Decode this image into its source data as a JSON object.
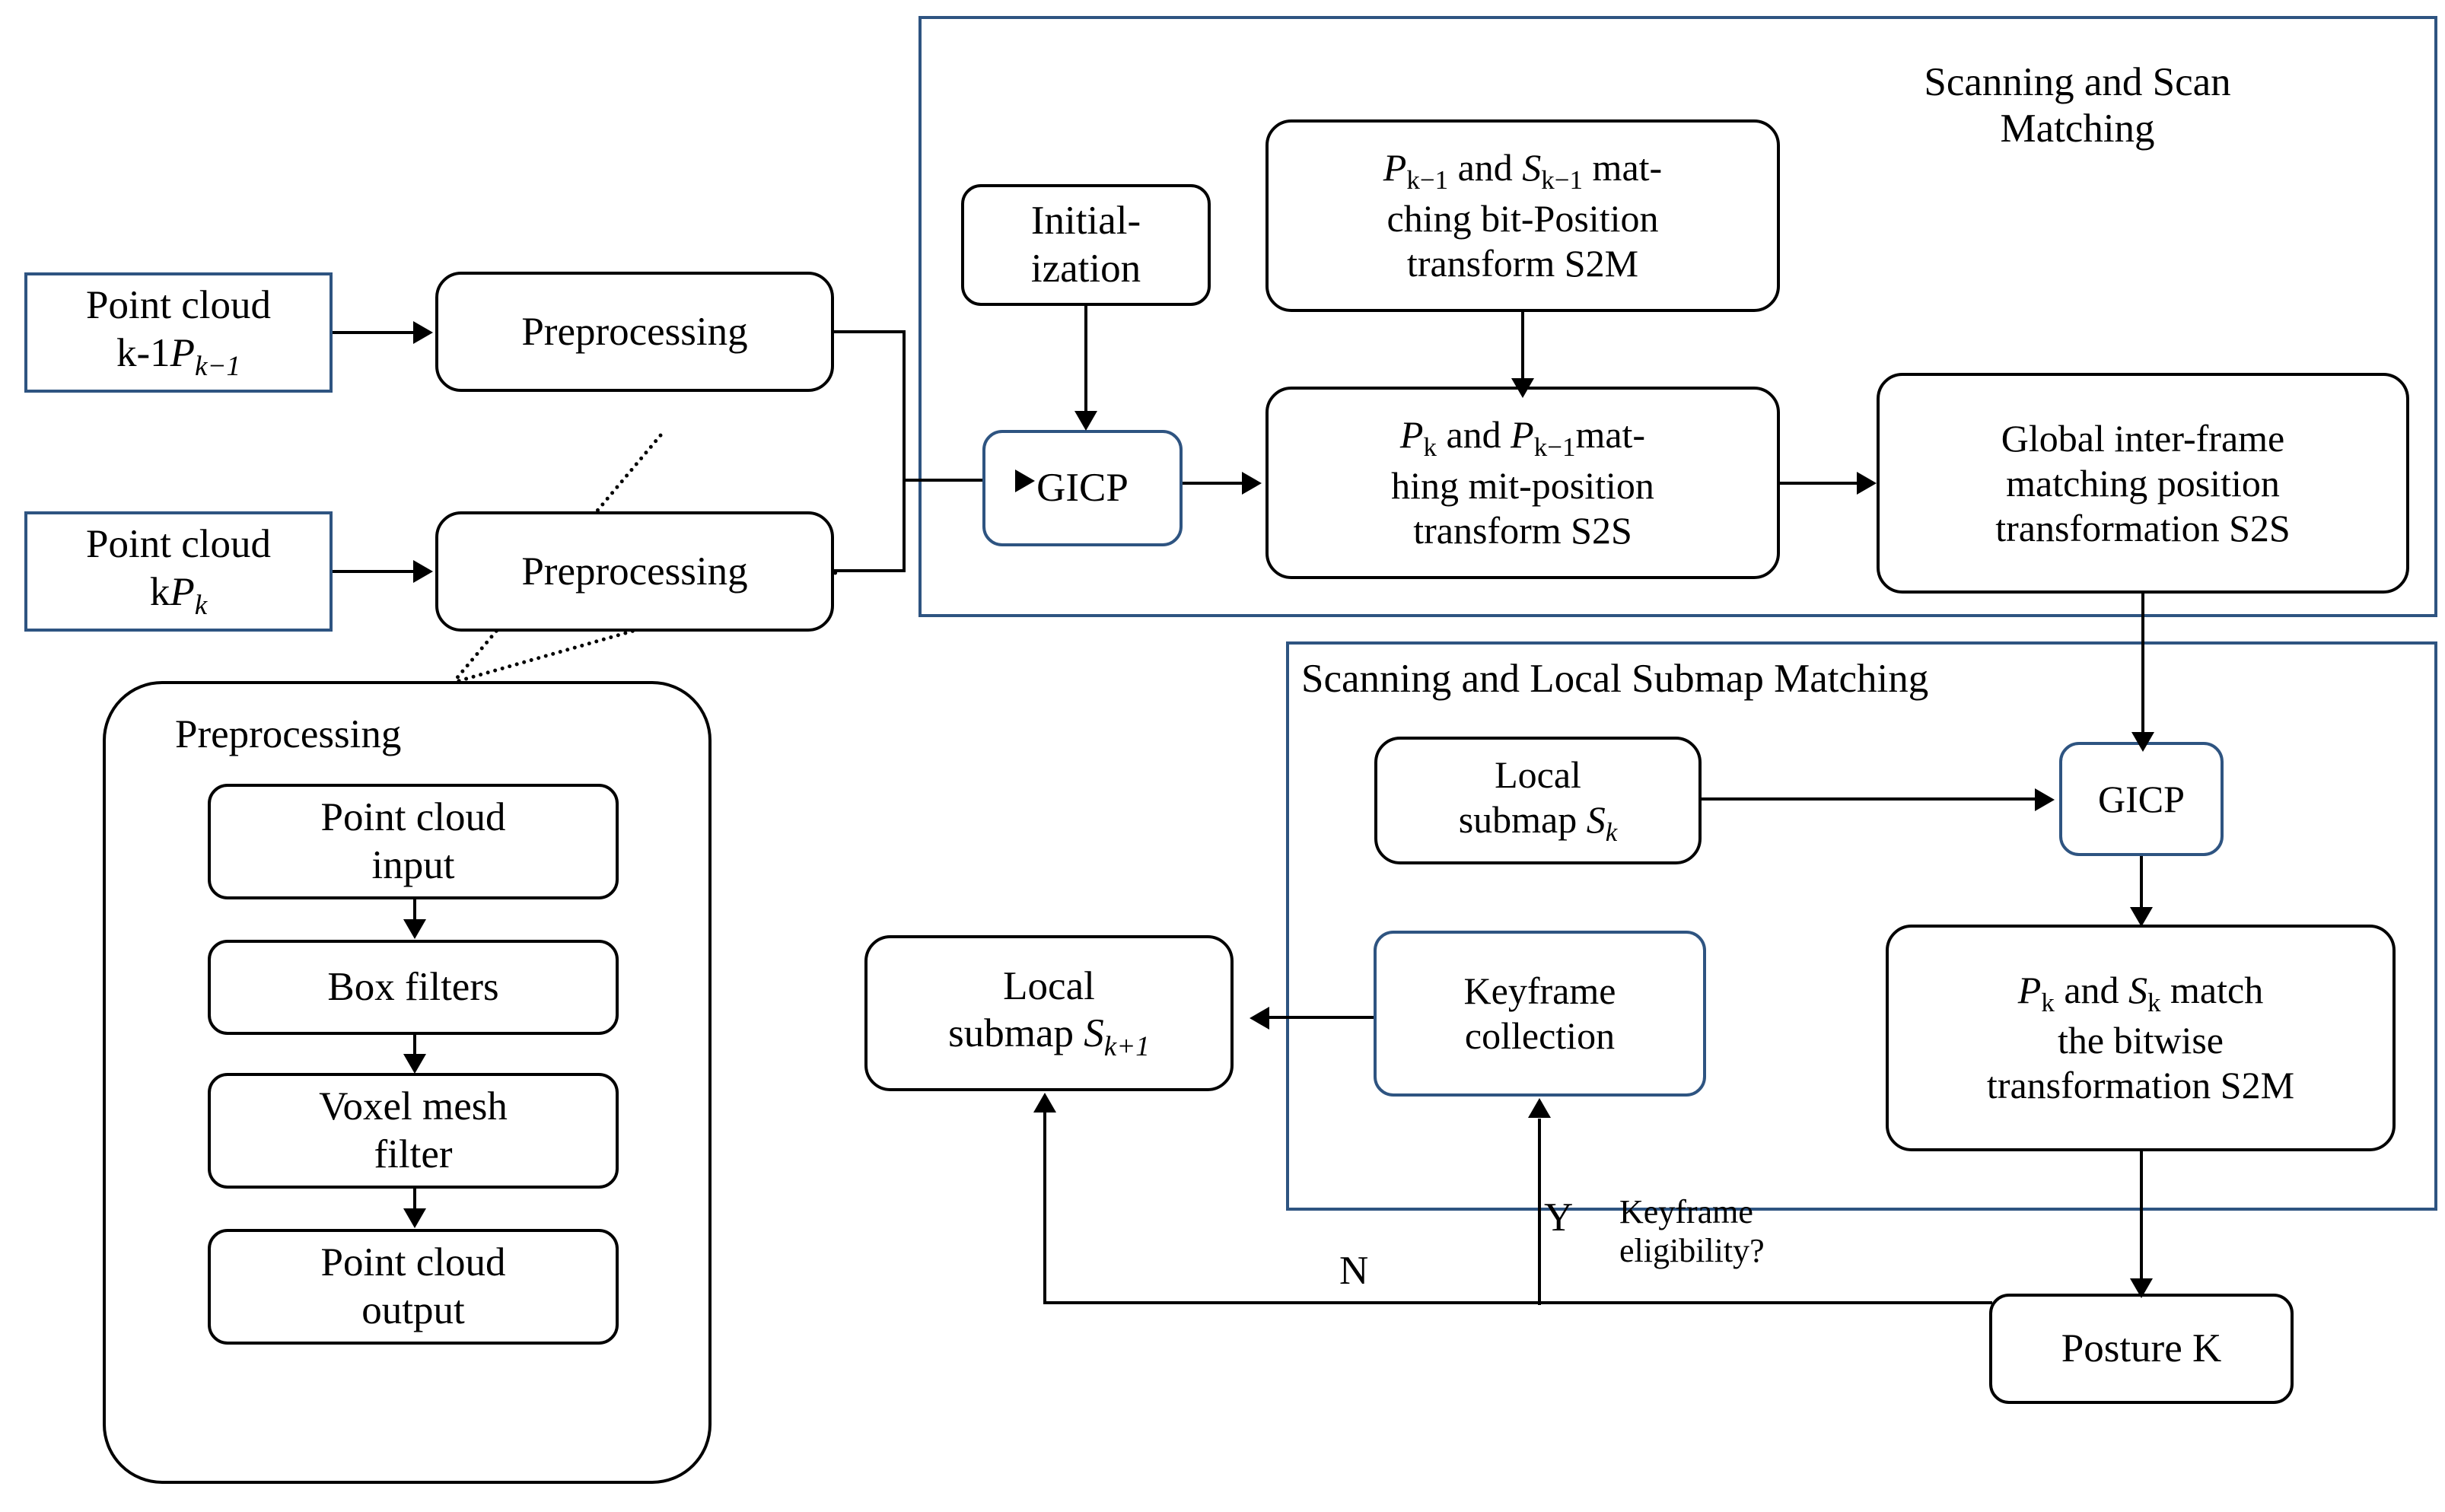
{
  "diagram": {
    "title": "LiDAR SLAM scan matching flowchart",
    "colors": {
      "panel_border": "#2e5481",
      "node_border": "#000000",
      "background": "#ffffff"
    }
  },
  "inputs": [
    {
      "name": "point-cloud-k-minus-1",
      "line1": "Point cloud",
      "line2_plain": "k-1",
      "line2_var": "P",
      "line2_sub": "k−1"
    },
    {
      "name": "point-cloud-k",
      "line1": "Point cloud",
      "line2_plain": "k",
      "line2_var": "P",
      "line2_sub": "k"
    }
  ],
  "preprocessing_nodes": [
    {
      "label": "Preprocessing"
    },
    {
      "label": "Preprocessing"
    }
  ],
  "panels": {
    "scan_matching": {
      "title": "Scanning and Scan\nMatching"
    },
    "submap_matching": {
      "title": "Scanning and Local  Submap Matching"
    }
  },
  "scan_matching_nodes": {
    "initialization": {
      "line1": "Initial-",
      "line2": "ization"
    },
    "gicp": {
      "label": "GICP"
    },
    "s2m_box": {
      "l1_a": "P",
      "l1_a_sub": "k−1",
      "l1_mid": " and ",
      "l1_b": "S",
      "l1_b_sub": "k−1",
      "l1_tail": " mat-",
      "l2": "ching bit-Position",
      "l3": "transform S2M"
    },
    "s2s_box": {
      "l1_a": "P",
      "l1_a_sub": "k",
      "l1_mid": " and ",
      "l1_b": "P",
      "l1_b_sub": "k−1",
      "l1_tail": "mat-",
      "l2": "hing mit-position",
      "l3": "transform S2S"
    },
    "global_box": {
      "l1": "Global inter-frame",
      "l2": "matching position",
      "l3": "transformation S2S"
    }
  },
  "submap_nodes": {
    "local_submap_k": {
      "l1": "Local",
      "l2_pre": "submap ",
      "l2_var": "S",
      "l2_sub": "k"
    },
    "gicp2": {
      "label": "GICP"
    },
    "s2m_match": {
      "l1_a": "P",
      "l1_a_sub": "k",
      "l1_mid": " and ",
      "l1_b": "S",
      "l1_b_sub": "k",
      "l1_tail": " match",
      "l2": "the bitwise",
      "l3": "transformation S2M"
    },
    "keyframe_collection": {
      "l1": "Keyframe",
      "l2": "collection"
    },
    "local_submap_k1": {
      "l1": "Local",
      "l2_pre": "submap ",
      "l2_var": "S",
      "l2_sub": "k+1"
    },
    "posture_k": {
      "label": "Posture K"
    }
  },
  "decision": {
    "question": "Keyframe\neligibility?",
    "yes_label": "Y",
    "no_label": "N"
  },
  "preprocessing_detail": {
    "title": "Preprocessing",
    "steps": [
      {
        "l1": "Point cloud",
        "l2": "input"
      },
      {
        "l1": "Box filters",
        "l2": ""
      },
      {
        "l1": "Voxel mesh",
        "l2": "filter"
      },
      {
        "l1": "Point cloud",
        "l2": "output"
      }
    ]
  }
}
